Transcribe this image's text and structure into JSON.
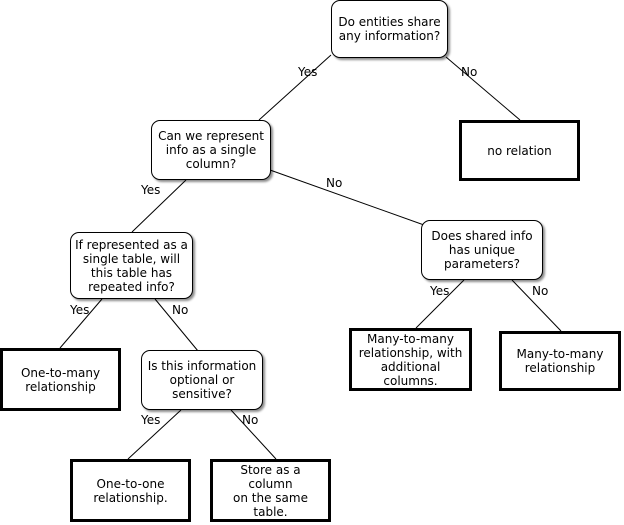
{
  "questions": {
    "share": "Do entities share\nany information?",
    "single_column": "Can we represent\ninfo as a single\ncolumn?",
    "repeated": "If represented as a\nsingle table, will\nthis table has\nrepeated info?",
    "unique_params": "Does shared info\nhas unique\nparameters?",
    "optional": "Is this information\noptional or\nsensitive?"
  },
  "results": {
    "no_relation": "no relation",
    "one_to_many": "One-to-many\nrelationship",
    "m2m_columns": "Many-to-many\nrelationship, with\nadditional\ncolumns.",
    "m2m": "Many-to-many\nrelationship",
    "one_to_one": "One-to-one\nrelationship.",
    "store_column": "Store as a column\non the same table."
  },
  "edge_labels": {
    "share_yes": "Yes",
    "share_no": "No",
    "single_yes": "Yes",
    "single_no": "No",
    "repeated_yes": "Yes",
    "repeated_no": "No",
    "unique_yes": "Yes",
    "unique_no": "No",
    "optional_yes": "Yes",
    "optional_no": "No"
  }
}
